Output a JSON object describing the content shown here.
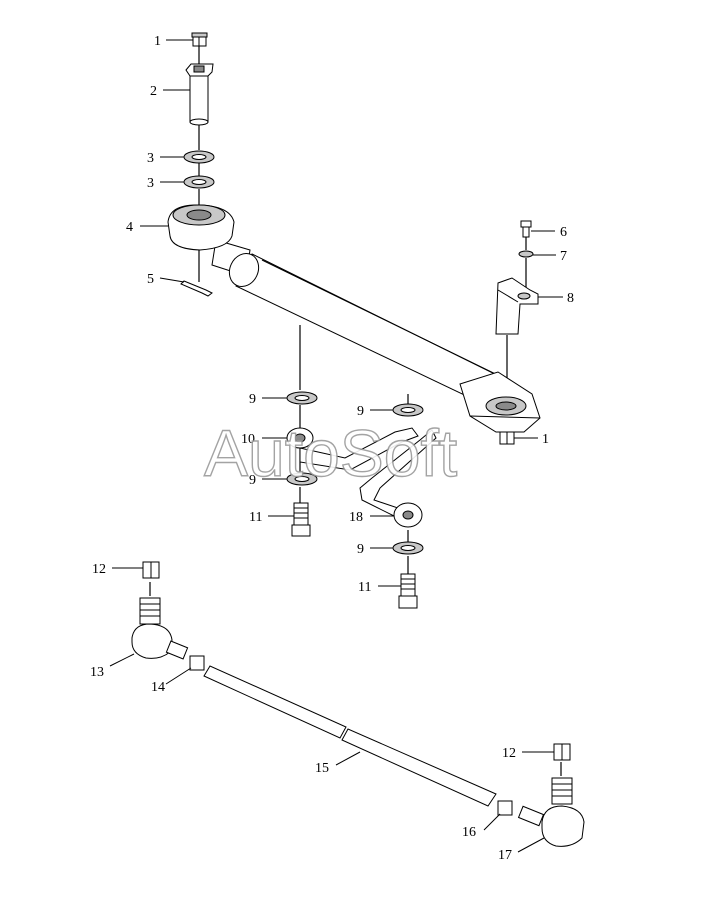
{
  "watermark": "AutoSoft",
  "callouts": [
    {
      "id": "c1a",
      "label": "1"
    },
    {
      "id": "c2",
      "label": "2"
    },
    {
      "id": "c3a",
      "label": "3"
    },
    {
      "id": "c3b",
      "label": "3"
    },
    {
      "id": "c4",
      "label": "4"
    },
    {
      "id": "c5",
      "label": "5"
    },
    {
      "id": "c6",
      "label": "6"
    },
    {
      "id": "c7",
      "label": "7"
    },
    {
      "id": "c8",
      "label": "8"
    },
    {
      "id": "c9a",
      "label": "9"
    },
    {
      "id": "c9b",
      "label": "9"
    },
    {
      "id": "c10",
      "label": "10"
    },
    {
      "id": "c1b",
      "label": "1"
    },
    {
      "id": "c9c",
      "label": "9"
    },
    {
      "id": "c11a",
      "label": "11"
    },
    {
      "id": "c18",
      "label": "18"
    },
    {
      "id": "c9d",
      "label": "9"
    },
    {
      "id": "c11b",
      "label": "11"
    },
    {
      "id": "c12a",
      "label": "12"
    },
    {
      "id": "c13",
      "label": "13"
    },
    {
      "id": "c14",
      "label": "14"
    },
    {
      "id": "c15",
      "label": "15"
    },
    {
      "id": "c12b",
      "label": "12"
    },
    {
      "id": "c16",
      "label": "16"
    },
    {
      "id": "c17",
      "label": "17"
    }
  ]
}
